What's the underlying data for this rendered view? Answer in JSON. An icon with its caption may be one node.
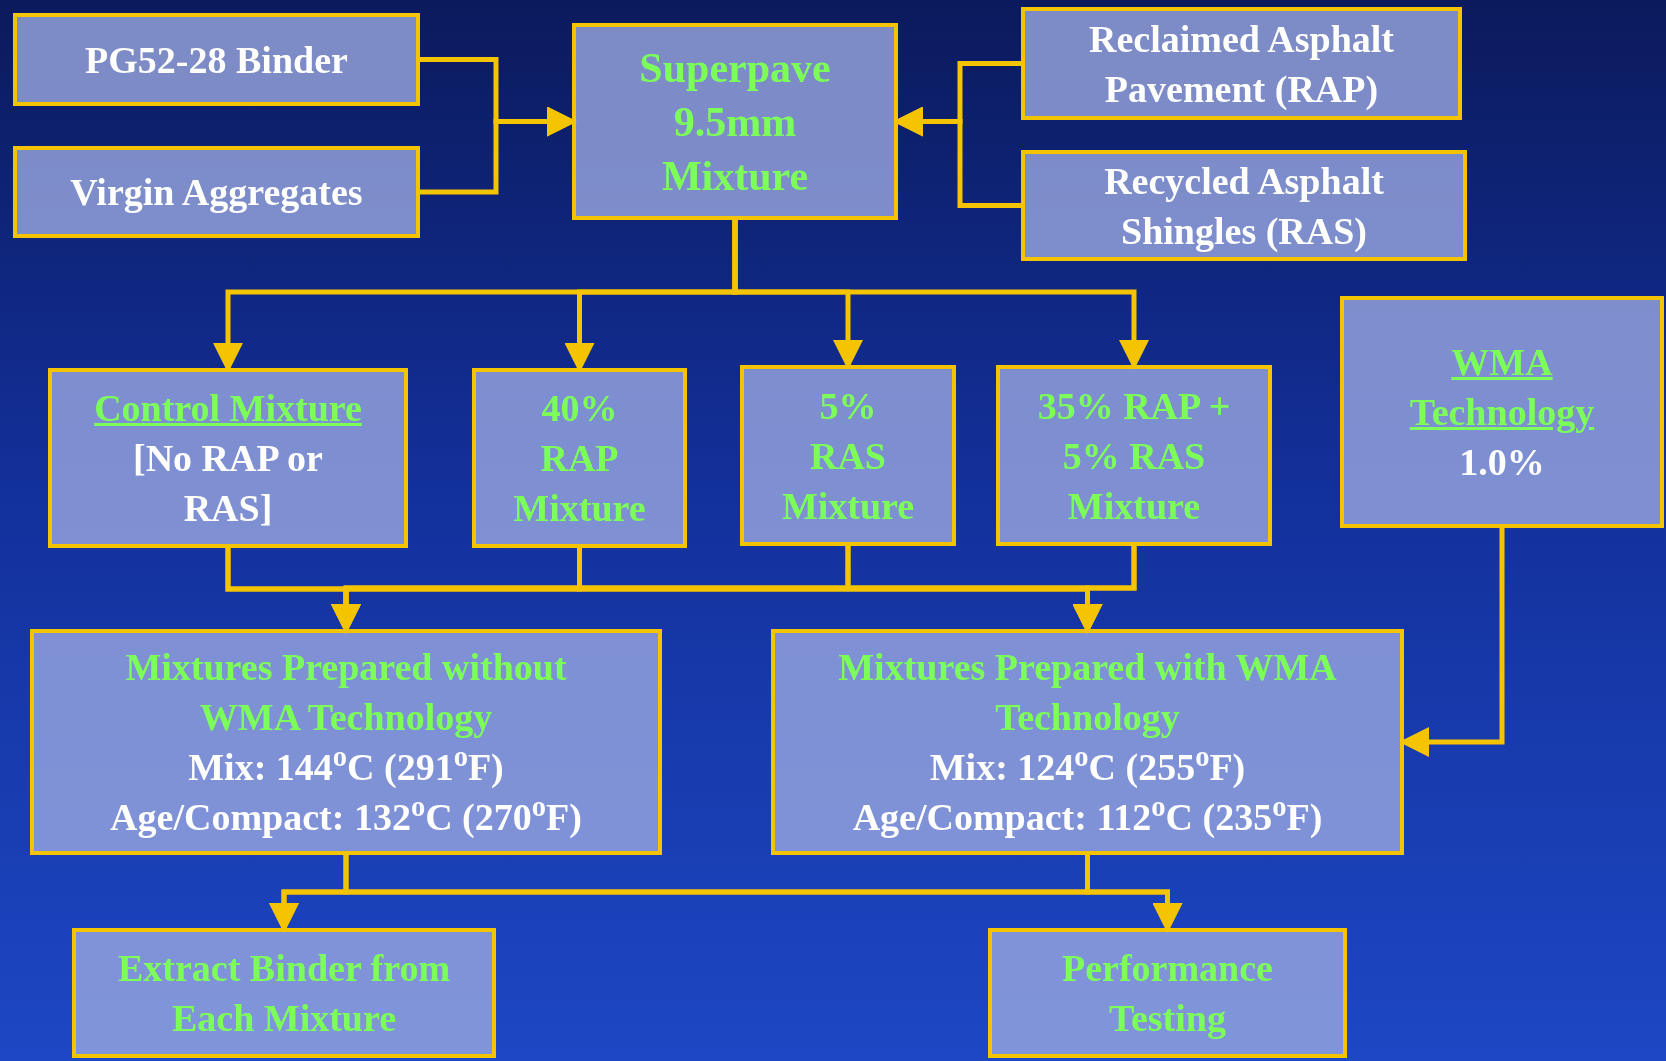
{
  "diagram": {
    "nodes": [
      {
        "text": [
          "PG52-28 Binder"
        ]
      },
      {
        "text": [
          "Virgin Aggregates"
        ]
      },
      {
        "text": [
          "Superpave 9.5mm Mixture"
        ]
      },
      {
        "text": [
          "Reclaimed Asphalt Pavement (RAP)"
        ]
      },
      {
        "text": [
          "Recycled Asphalt Shingles (RAS)"
        ]
      },
      {
        "text": [
          "Control Mixture",
          "[No RAP or RAS]"
        ]
      },
      {
        "text": [
          "40% RAP Mixture"
        ]
      },
      {
        "text": [
          "5% RAS Mixture"
        ]
      },
      {
        "text": [
          "35% RAP + 5% RAS Mixture"
        ]
      },
      {
        "text": [
          "WMA Technology",
          "1.0%"
        ]
      },
      {
        "text": [
          "Mixtures Prepared without WMA Technology",
          "Mix: 144$^{o}$C (291$^{o}$F)",
          "Age/Compact: 132$^{o}$C (270$^{o}$F)"
        ]
      },
      {
        "text": [
          "Mixtures Prepared with WMA Technology",
          "Mix: 124$^{o}$C (255$^{o}$F)",
          "Age/Compact: 112$^{o}$C (235$^{o}$F)"
        ]
      },
      {
        "text": [
          "Extract Binder from Each Mixture"
        ]
      },
      {
        "text": [
          "Performance Testing"
        ]
      }
    ],
    "edges": [
      {
        "from": 0,
        "to": 2,
        "arrow": "to"
      },
      {
        "from": 1,
        "to": 2,
        "arrow": "to"
      },
      {
        "from": 3,
        "to": 2,
        "arrow": "to"
      },
      {
        "from": 4,
        "to": 2,
        "arrow": "to"
      },
      {
        "from": 2,
        "to": 5,
        "arrow": "to"
      },
      {
        "from": 2,
        "to": 6,
        "arrow": "to"
      },
      {
        "from": 2,
        "to": 7,
        "arrow": "to"
      },
      {
        "from": 2,
        "to": 8,
        "arrow": "to"
      },
      {
        "from": 5,
        "to": 10,
        "arrow": "to"
      },
      {
        "from": 6,
        "to": 10,
        "arrow": "to"
      },
      {
        "from": 7,
        "to": 10,
        "arrow": "to"
      },
      {
        "from": 8,
        "to": 10,
        "arrow": "to"
      },
      {
        "from": 5,
        "to": 11,
        "arrow": "to"
      },
      {
        "from": 6,
        "to": 11,
        "arrow": "to"
      },
      {
        "from": 7,
        "to": 11,
        "arrow": "to"
      },
      {
        "from": 8,
        "to": 11,
        "arrow": "to"
      },
      {
        "from": 9,
        "to": 11,
        "arrow": "to"
      },
      {
        "from": 10,
        "to": 12,
        "arrow": "to"
      },
      {
        "from": 10,
        "to": 13,
        "arrow": "to"
      },
      {
        "from": 11,
        "to": 12,
        "arrow": "to"
      },
      {
        "from": 11,
        "to": 13,
        "arrow": "to"
      }
    ]
  }
}
